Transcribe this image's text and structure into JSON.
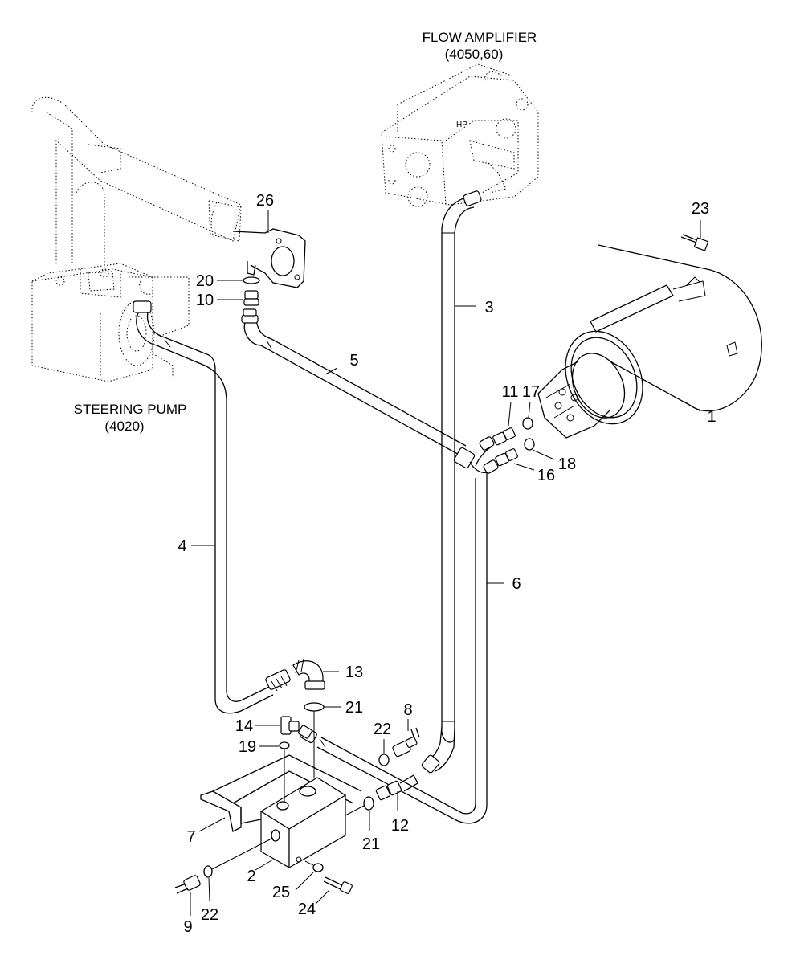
{
  "components": {
    "flow_amplifier": {
      "name": "FLOW AMPLIFIER",
      "models": "(4050,60)"
    },
    "steering_pump": {
      "name": "STEERING PUMP",
      "model": "(4020)"
    }
  },
  "callouts": [
    {
      "id": "c1",
      "label": "1"
    },
    {
      "id": "c2",
      "label": "2"
    },
    {
      "id": "c3",
      "label": "3"
    },
    {
      "id": "c4",
      "label": "4"
    },
    {
      "id": "c5",
      "label": "5"
    },
    {
      "id": "c6",
      "label": "6"
    },
    {
      "id": "c7",
      "label": "7"
    },
    {
      "id": "c8",
      "label": "8"
    },
    {
      "id": "c9",
      "label": "9"
    },
    {
      "id": "c10",
      "label": "10"
    },
    {
      "id": "c11",
      "label": "11"
    },
    {
      "id": "c12",
      "label": "12"
    },
    {
      "id": "c13",
      "label": "13"
    },
    {
      "id": "c14",
      "label": "14"
    },
    {
      "id": "c16",
      "label": "16"
    },
    {
      "id": "c17",
      "label": "17"
    },
    {
      "id": "c18",
      "label": "18"
    },
    {
      "id": "c19",
      "label": "19"
    },
    {
      "id": "c20",
      "label": "20"
    },
    {
      "id": "c21a",
      "label": "21"
    },
    {
      "id": "c21b",
      "label": "21"
    },
    {
      "id": "c22a",
      "label": "22"
    },
    {
      "id": "c22b",
      "label": "22"
    },
    {
      "id": "c23",
      "label": "23"
    },
    {
      "id": "c24",
      "label": "24"
    },
    {
      "id": "c25",
      "label": "25"
    },
    {
      "id": "c26",
      "label": "26"
    }
  ]
}
